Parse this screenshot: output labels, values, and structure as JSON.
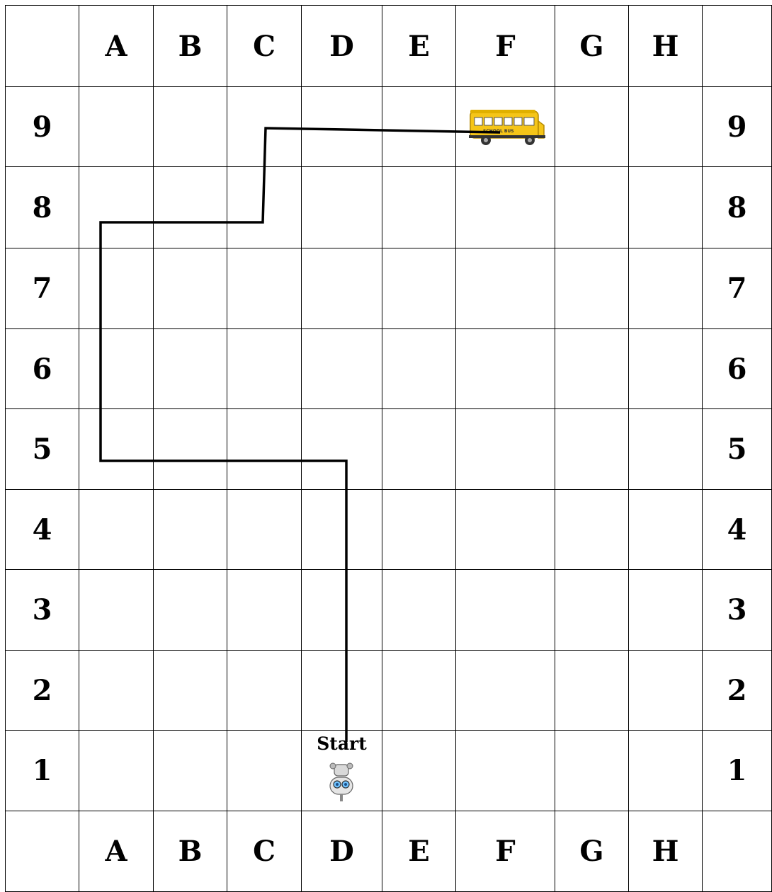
{
  "columns": [
    "A",
    "B",
    "C",
    "D",
    "E",
    "F",
    "G",
    "H"
  ],
  "rows": [
    "9",
    "8",
    "7",
    "6",
    "5",
    "4",
    "3",
    "2",
    "1"
  ],
  "start": {
    "label": "Start",
    "cell": "D1",
    "icon": "robot-icon"
  },
  "goal": {
    "cell": "F9",
    "icon": "school-bus-icon",
    "bus_text": "SCHOOL BUS",
    "color": "#f5c518"
  },
  "path": {
    "color": "#000000",
    "cells": [
      "D1",
      "D5",
      "A5",
      "A8",
      "C8",
      "C9",
      "F9"
    ]
  }
}
